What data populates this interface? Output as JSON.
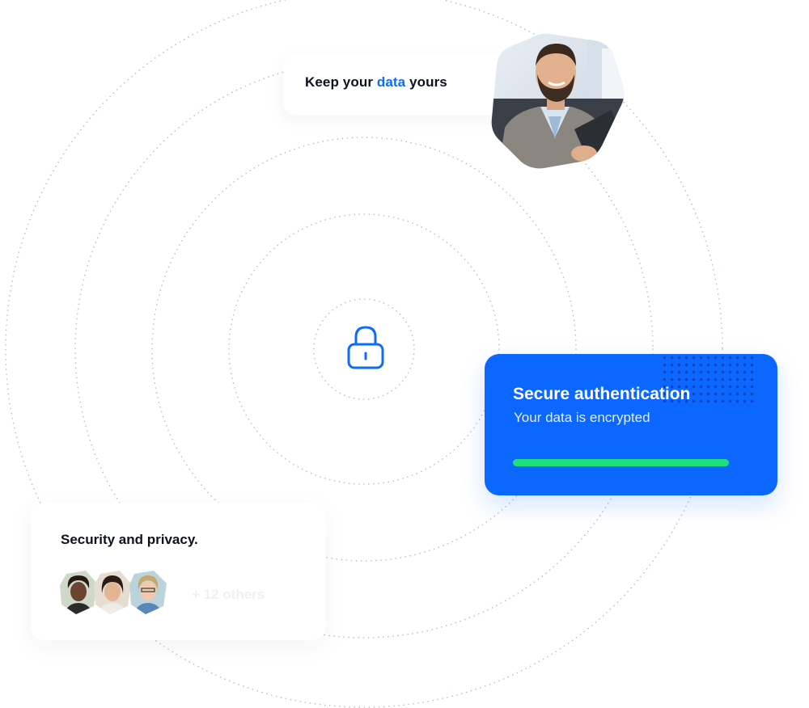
{
  "hero": {
    "headline_before": "Keep your ",
    "headline_accent": "data",
    "headline_after": " yours",
    "accent_color": "#0e6bff"
  },
  "center": {
    "icon": "lock-icon",
    "icon_color": "#0e6bff"
  },
  "auth_card": {
    "title": "Secure authentication",
    "subtitle": "Your data is encrypted",
    "background_color": "#0b67ff",
    "progress_color": "#1ee07a",
    "progress_fraction": 1.0
  },
  "security_card": {
    "heading": "Security and privacy.",
    "others_label": "+ 12 others"
  }
}
